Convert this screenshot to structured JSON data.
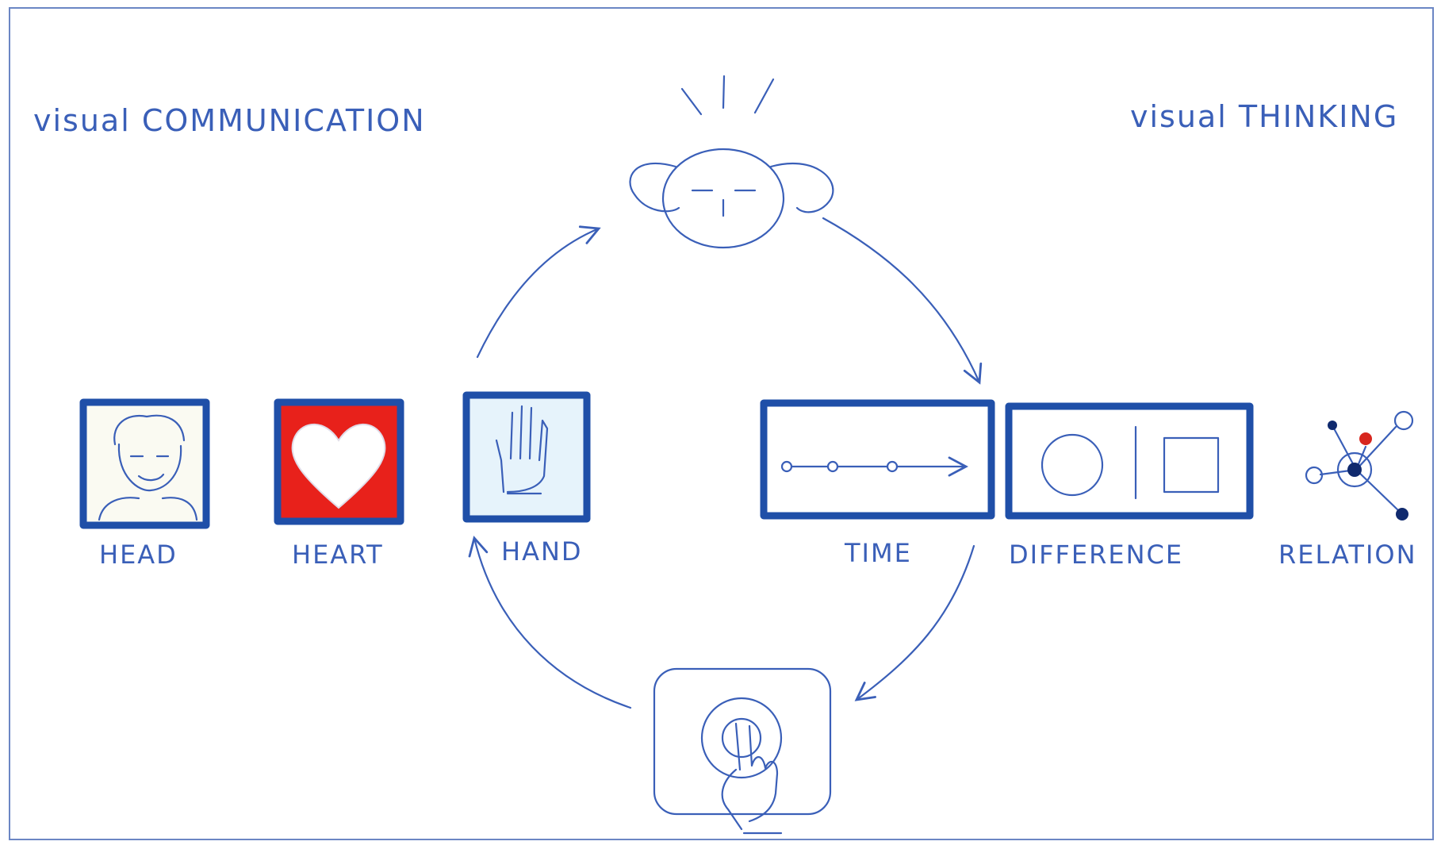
{
  "titles": {
    "left": "visual COMMUNICATION",
    "right": "visual THINKING"
  },
  "communication_items": [
    {
      "label": "HEAD"
    },
    {
      "label": "HEART"
    },
    {
      "label": "HAND"
    }
  ],
  "thinking_items": [
    {
      "label": "TIME"
    },
    {
      "label": "DIFFERENCE"
    },
    {
      "label": "RELATION"
    }
  ],
  "colors": {
    "ink": "#3a5fb8",
    "frame": "#1f4fa8",
    "heart_bg": "#e8211b",
    "hand_bg": "#e6f3fb",
    "head_bg": "#fafaf2",
    "relation_red": "#d7261e",
    "relation_dark": "#102a6e"
  }
}
